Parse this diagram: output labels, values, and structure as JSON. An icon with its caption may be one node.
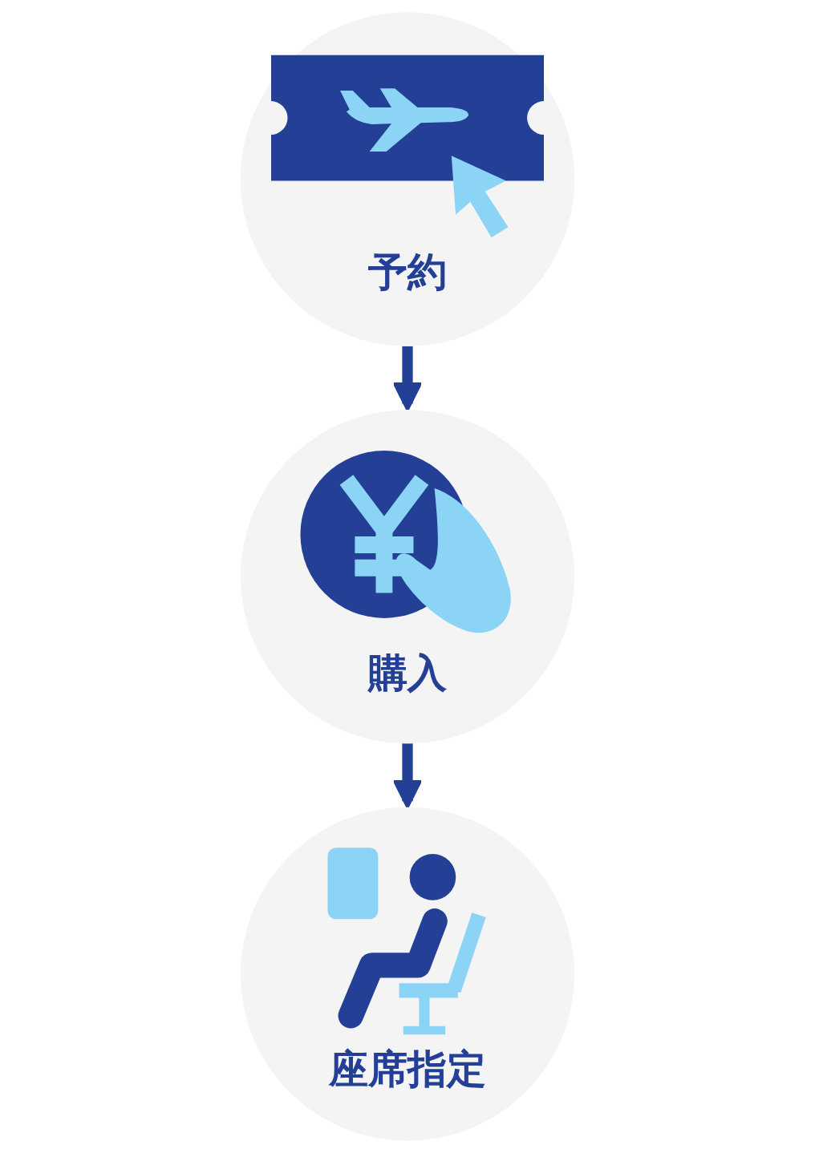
{
  "diagram": {
    "nodes": [
      {
        "text": [
          "予約"
        ]
      },
      {
        "text": [
          "購入"
        ]
      },
      {
        "text": [
          "座席指定"
        ]
      }
    ],
    "edges": [
      {
        "from": 0,
        "to": 1,
        "arrow": "to"
      },
      {
        "from": 1,
        "to": 2,
        "arrow": "to"
      }
    ]
  }
}
